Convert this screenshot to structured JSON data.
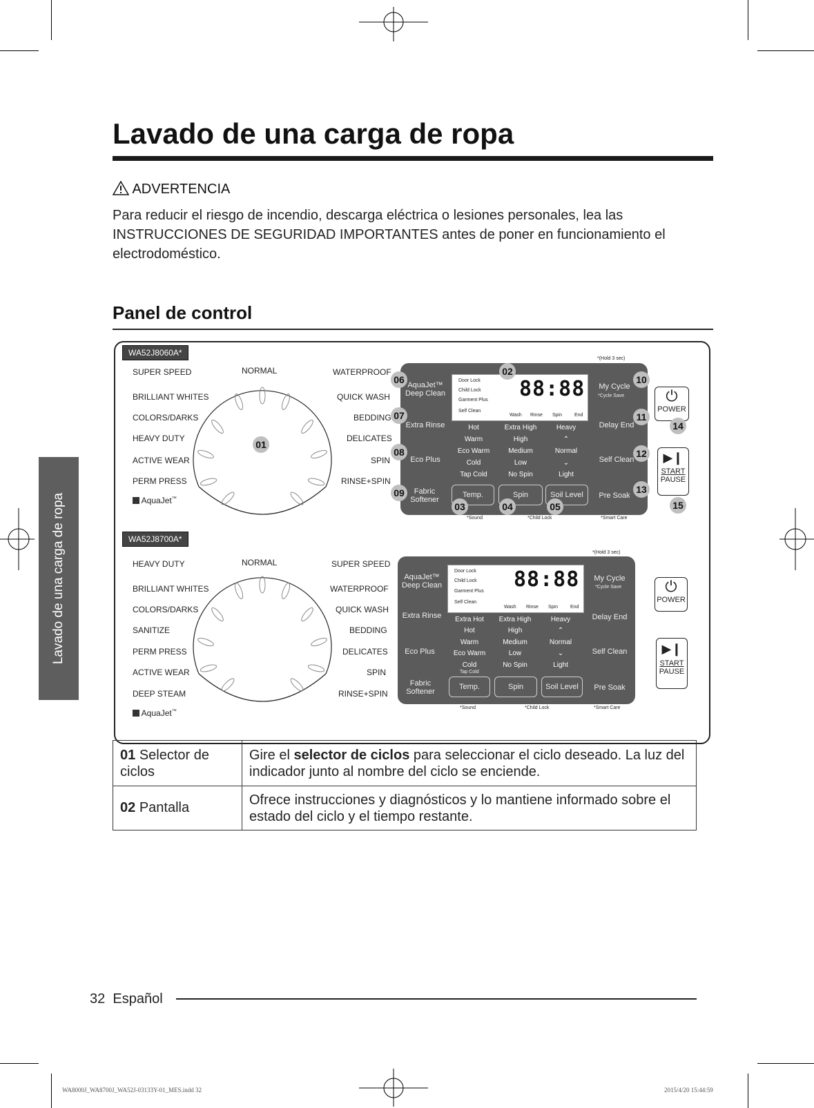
{
  "page": {
    "title": "Lavado de una carga de ropa",
    "warning": {
      "label": "ADVERTENCIA",
      "text": "Para reducir el riesgo de incendio, descarga eléctrica o lesiones personales, lea las INSTRUCCIONES DE SEGURIDAD IMPORTANTES antes de poner en funcionamiento el electrodoméstico."
    },
    "section_title": "Panel de control",
    "sidebar_tab": "Lavado de una carga de ropa",
    "page_number": "32",
    "language": "Español",
    "slug_left": "WA8000J_WA8700J_WA52J-03133Y-01_MES.indd  32",
    "slug_right": "2015/4/20  15:44:59"
  },
  "panel1": {
    "model": "WA52J8060A*",
    "dial_left": [
      "SUPER SPEED",
      "BRILLIANT WHITES",
      "COLORS/DARKS",
      "HEAVY DUTY",
      "ACTIVE WEAR",
      "PERM PRESS"
    ],
    "dial_top": "NORMAL",
    "dial_right": [
      "WATERPROOF",
      "QUICK WASH",
      "BEDDING",
      "DELICATES",
      "SPIN",
      "RINSE+SPIN"
    ],
    "aquajet": "AquaJet",
    "tm": "™",
    "hold": "*(Hold 3 sec)",
    "left_buttons": [
      "AquaJet™ Deep Clean",
      "Extra Rinse",
      "Eco Plus",
      "Fabric Softener"
    ],
    "right_buttons": [
      "My Cycle",
      "Delay End",
      "Self Clean",
      "Pre Soak"
    ],
    "cycle_save": "*Cycle Save",
    "screen": {
      "digits": "88:88",
      "icons": [
        "Door Lock",
        "Child Lock",
        "Garment Plus",
        "Self Clean"
      ],
      "stages": [
        "Wash",
        "Rinse",
        "Spin",
        "End"
      ]
    },
    "temp_options": [
      "Hot",
      "Warm",
      "Eco Warm",
      "Cold",
      "Tap Cold"
    ],
    "spin_options": [
      "Extra High",
      "High",
      "Medium",
      "Low",
      "No Spin"
    ],
    "soil_options": [
      "Heavy",
      "Normal",
      "Light"
    ],
    "bottom_buttons": [
      "Temp.",
      "Spin",
      "Soil Level"
    ],
    "footnotes": [
      "*Sound",
      "*Child Lock",
      "*Smart Care"
    ],
    "power": "POWER",
    "start": "START",
    "pause": "PAUSE",
    "callouts": {
      "n01": "01",
      "n02": "02",
      "n03": "03",
      "n04": "04",
      "n05": "05",
      "n06": "06",
      "n07": "07",
      "n08": "08",
      "n09": "09",
      "n10": "10",
      "n11": "11",
      "n12": "12",
      "n13": "13",
      "n14": "14",
      "n15": "15"
    }
  },
  "panel2": {
    "model": "WA52J8700A*",
    "dial_left": [
      "HEAVY DUTY",
      "BRILLIANT WHITES",
      "COLORS/DARKS",
      "SANITIZE",
      "PERM PRESS",
      "ACTIVE WEAR",
      "DEEP STEAM"
    ],
    "dial_top": "NORMAL",
    "dial_right": [
      "SUPER SPEED",
      "WATERPROOF",
      "QUICK WASH",
      "BEDDING",
      "DELICATES",
      "SPIN",
      "RINSE+SPIN"
    ],
    "aquajet": "AquaJet",
    "tm": "™",
    "hold": "*(Hold 3 sec)",
    "left_buttons": [
      "AquaJet™ Deep Clean",
      "Extra Rinse",
      "Eco Plus",
      "Fabric Softener"
    ],
    "right_buttons": [
      "My Cycle",
      "Delay End",
      "Self Clean",
      "Pre Soak"
    ],
    "cycle_save": "*Cycle Save",
    "screen": {
      "digits": "88:88",
      "icons": [
        "Door Lock",
        "Child Lock",
        "Garment Plus",
        "Self Clean"
      ],
      "stages": [
        "Wash",
        "Rinse",
        "Spin",
        "End"
      ]
    },
    "temp_options": [
      "Extra Hot",
      "Hot",
      "Warm",
      "Eco Warm",
      "Cold"
    ],
    "tap_cold": "Tap Cold",
    "spin_options": [
      "Extra High",
      "High",
      "Medium",
      "Low",
      "No Spin"
    ],
    "soil_options": [
      "Heavy",
      "Normal",
      "Light"
    ],
    "bottom_buttons": [
      "Temp.",
      "Spin",
      "Soil Level"
    ],
    "footnotes": [
      "*Sound",
      "*Child Lock",
      "*Smart Care"
    ],
    "power": "POWER",
    "start": "START",
    "pause": "PAUSE"
  },
  "table": [
    {
      "num": "01",
      "name": "Selector de ciclos",
      "desc_a": "Gire el ",
      "desc_bold": "selector de ciclos",
      "desc_b": " para seleccionar el ciclo deseado. La luz del indicador junto al nombre del ciclo se enciende."
    },
    {
      "num": "02",
      "name": "Pantalla",
      "desc": "Ofrece instrucciones y diagnósticos y lo mantiene informado sobre el estado del ciclo y el tiempo restante."
    }
  ]
}
